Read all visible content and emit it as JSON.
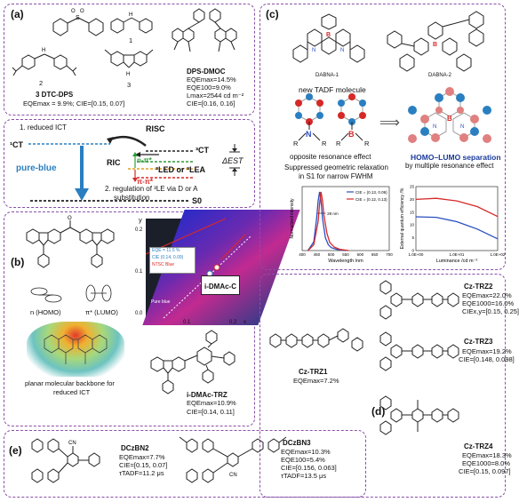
{
  "panel_a": {
    "label": "(a)",
    "mol1_num": "1",
    "mol2_num": "2",
    "mol3_num": "3",
    "dtc_name": "3 DTC-DPS",
    "dtc_eqe": "EQEmax = 9.9%; CIE=[0.15, 0.07]",
    "dps_name": "DPS-DMOC",
    "dps_eqe1": "EQEmax=14.5%",
    "dps_eqe2": "EQE100=9.0%",
    "dps_lmax": "Lmax=2544 cd m⁻²",
    "dps_cie": "CIE=[0.16, 0.16]"
  },
  "energy": {
    "reduced_ict": "1. reduced ICT",
    "risc": "RISC",
    "ct1": "¹CT",
    "ct3": "³CT",
    "ric": "RIC",
    "npi": "n-π*",
    "pipi": "π-π*",
    "le": "³LED or ³LEA",
    "dest": "ΔEST",
    "pure_blue": "pure-blue",
    "regulation": "2. regulation of ³LE via D or A",
    "substitution": "substitution",
    "s0": "S0"
  },
  "panel_b": {
    "label": "(b)",
    "homo": "n (HOMO)",
    "lumo": "π* (LUMO)",
    "backbone1": "planar molecular backbone for",
    "backbone2": "reduced ICT",
    "trz_name": "i-DMAc-TRZ",
    "trz_eqe": "EQEmax=10.9%",
    "trz_cie": "CIE=[0.14, 0.11]",
    "cie_label": "i-DMAc-C",
    "cie_legend1": "EQE = 11.5 %",
    "cie_legend2": "CIE (0.14, 0.09)",
    "cie_legend3": "NTSC Blue",
    "cie_region": "Pure blue",
    "y_ticks": [
      "0.2",
      "0.1",
      "0.0"
    ],
    "x_ticks": [
      "0.1",
      "0.2"
    ],
    "x_label": "x",
    "y_label": "y"
  },
  "panel_c": {
    "label": "(c)",
    "dabna1": "DABNA-1",
    "dabna2": "DABNA-2",
    "new_tadf": "new TADF molecule",
    "opposite": "opposite resonance effect",
    "suppressed1": "Suppressed geometric relaxation",
    "suppressed2": "in S1 for narrow FWHM",
    "homo_lumo1": "HOMO–LUMO separation",
    "homo_lumo2": "by multiple resonance effect",
    "n_atom": "N",
    "b_atom": "B",
    "r_atom": "R"
  },
  "panel_d": {
    "label": "(d)",
    "trz1_name": "Cz-TRZ1",
    "trz1_eqe": "EQEmax=7.2%",
    "trz2_name": "Cz-TRZ2",
    "trz2_eqe1": "EQEmax=22.0%",
    "trz2_eqe2": "EQE1000=16.0%",
    "trz2_cie": "CIEx,y=[0.15, 0.25]",
    "trz3_name": "Cz-TRZ3",
    "trz3_eqe": "EQEmax=19.2%",
    "trz3_cie": "CIE=[0.148, 0.098]",
    "trz4_name": "Cz-TRZ4",
    "trz4_eqe1": "EQEmax=18.3%",
    "trz4_eqe2": "EQE1000=8.0%",
    "trz4_cie": "CIE=[0.15, 0.097]"
  },
  "panel_e": {
    "label": "(e)",
    "bn2_name": "DCzBN2",
    "bn2_eqe": "EQEmax=7.7%",
    "bn2_cie": "CIE=[0.15, 0.07]",
    "bn2_tau": "τTADF=11.2 μs",
    "bn3_name": "DCzBN3",
    "bn3_eqe1": "EQEmax=10.3%",
    "bn3_eqe2": "EQE100=5.4%",
    "bn3_cie": "CIE=[0.156, 0.063]",
    "bn3_tau": "τTADF=13.5 μs",
    "cn": "CN"
  },
  "colors": {
    "border": "#8a4fa8",
    "blue": "#2a7fc1",
    "red": "#d62828",
    "green": "#2e9c3a",
    "orange": "#e0a020"
  },
  "chart_data": [
    {
      "type": "line",
      "xlabel": "Wavelength /nm",
      "ylabel": "Normalized intensity",
      "x_ticks": [
        "400",
        "450",
        "500",
        "550",
        "600",
        "650",
        "700"
      ],
      "xlim": [
        400,
        700
      ],
      "annotation": "28 nm",
      "series": [
        {
          "name": "CIE = (0.13, 0.09)",
          "color": "#2a4fc1",
          "x": [
            420,
            440,
            450,
            455,
            460,
            465,
            470,
            480,
            490,
            500,
            520,
            550
          ],
          "values": [
            0.0,
            0.15,
            0.55,
            0.85,
            1.0,
            0.85,
            0.55,
            0.22,
            0.1,
            0.05,
            0.02,
            0.0
          ]
        },
        {
          "name": "CIE = (0.12, 0.13)",
          "color": "#d62828",
          "x": [
            420,
            440,
            455,
            460,
            465,
            470,
            475,
            485,
            495,
            510,
            530,
            560
          ],
          "values": [
            0.0,
            0.1,
            0.5,
            0.8,
            1.0,
            0.85,
            0.6,
            0.3,
            0.14,
            0.06,
            0.02,
            0.0
          ]
        }
      ]
    },
    {
      "type": "line",
      "xlabel": "Luminance /cd m⁻²",
      "ylabel": "External quantum efficiency /%",
      "x_ticks": [
        "1.0E+00",
        "1.0E+01",
        "1.0E+02"
      ],
      "y_ticks": [
        "0",
        "5",
        "10",
        "15",
        "20",
        "25"
      ],
      "ylim": [
        0,
        25
      ],
      "series": [
        {
          "color": "#d62828",
          "x": [
            0,
            0.5,
            1,
            1.5,
            2
          ],
          "values": [
            20.0,
            20.4,
            19.4,
            17.2,
            13.3
          ]
        },
        {
          "color": "#2a4fc1",
          "x": [
            0,
            0.5,
            1,
            1.5,
            2
          ],
          "values": [
            13.2,
            13.0,
            11.3,
            8.4,
            4.6
          ]
        }
      ]
    }
  ]
}
